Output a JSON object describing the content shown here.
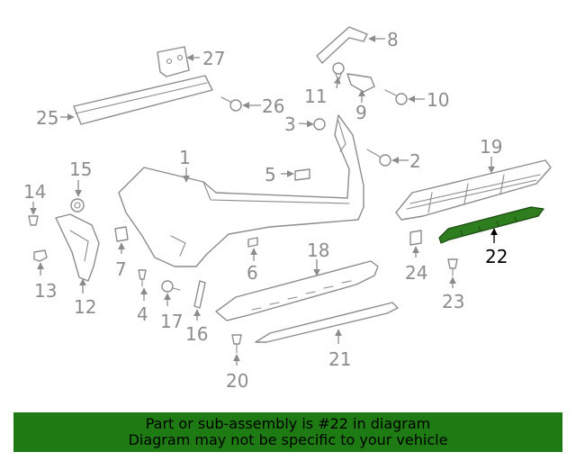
{
  "highlighted_part": "22",
  "colors": {
    "part_line": "#8c8c8c",
    "highlight_fill": "#2e7d1e",
    "banner_bg": "#1e7a12",
    "highlight_label": "#000000"
  },
  "callouts": {
    "c1": "1",
    "c2": "2",
    "c3": "3",
    "c4": "4",
    "c5": "5",
    "c6": "6",
    "c7": "7",
    "c8": "8",
    "c9": "9",
    "c10": "10",
    "c11": "11",
    "c12": "12",
    "c13": "13",
    "c14": "14",
    "c15": "15",
    "c16": "16",
    "c17": "17",
    "c18": "18",
    "c19": "19",
    "c20": "20",
    "c21": "21",
    "c22": "22",
    "c23": "23",
    "c24": "24",
    "c25": "25",
    "c26": "26",
    "c27": "27"
  },
  "banner": {
    "line1": "Part or sub-assembly is #22 in diagram",
    "line2": "Diagram may not be specific to your vehicle"
  }
}
